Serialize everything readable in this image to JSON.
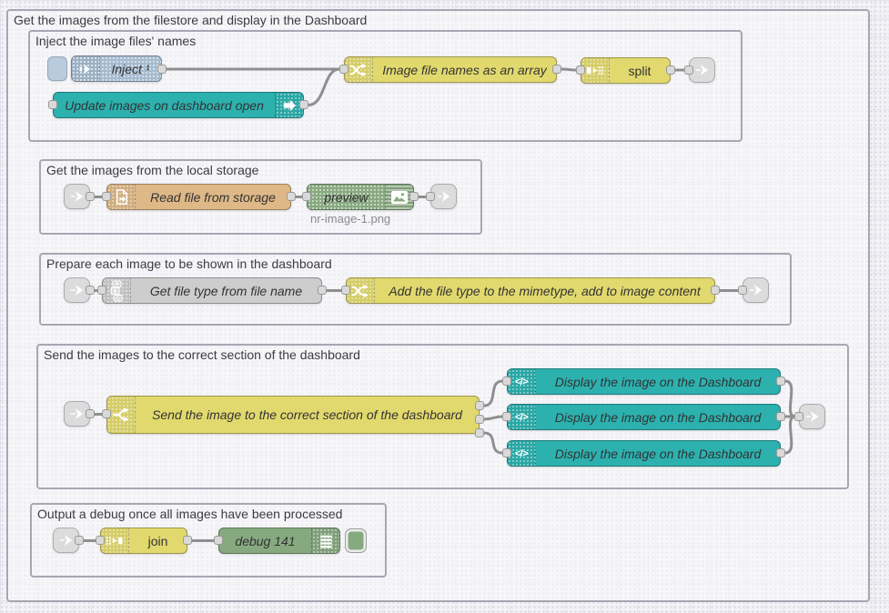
{
  "palette_colors": {
    "inject_blue": "#a6bbcf",
    "dashboard_teal": "#2cb1af",
    "function_yellow": "#e2d96e",
    "file_tan": "#deb887",
    "debug_green": "#87a980",
    "generic_gray": "#cdcdcd",
    "link_gray": "#dcdcdc",
    "wire_gray": "#8f8f8f"
  },
  "groups": {
    "outer": {
      "label": "Get the images from the filestore and display in the Dashboard"
    },
    "inject": {
      "label": "Inject the image files' names"
    },
    "storage": {
      "label": "Get the images from the local storage"
    },
    "prepare": {
      "label": "Prepare each image to be shown in the dashboard"
    },
    "send": {
      "label": "Send the images to the correct section of the dashboard"
    },
    "debug": {
      "label": "Output a debug once all images have been processed"
    }
  },
  "nodes": {
    "inject": {
      "label": "Inject ¹"
    },
    "ui_control": {
      "label": "Update images on dashboard open"
    },
    "filenames_fn": {
      "label": "Image file names as an array"
    },
    "split": {
      "label": "split"
    },
    "read_file": {
      "label": "Read file from storage"
    },
    "preview": {
      "label": "preview",
      "status": "nr-image-1.png"
    },
    "get_file_type": {
      "label": "Get file type from file name"
    },
    "add_mimetype": {
      "label": "Add the file type to the mimetype, add to image content"
    },
    "switch": {
      "label": "Send the image to the correct section of the dashboard"
    },
    "display": [
      {
        "label": "Display the image on the Dashboard"
      },
      {
        "label": "Display the image on the Dashboard"
      },
      {
        "label": "Display the image on the Dashboard"
      }
    ],
    "join": {
      "label": "join"
    },
    "debug": {
      "label": "debug 141"
    }
  },
  "icons": {
    "template_glyph": "</>"
  }
}
